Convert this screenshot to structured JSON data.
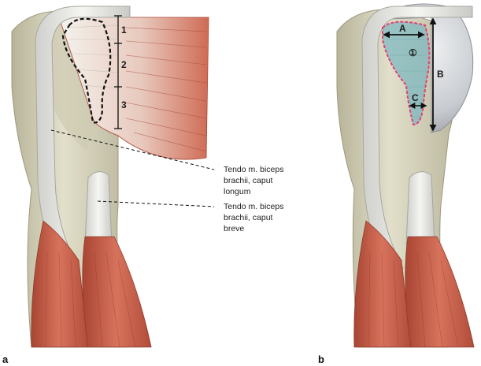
{
  "panels": {
    "a": {
      "letter": "a"
    },
    "b": {
      "letter": "b"
    }
  },
  "panel_a": {
    "segments": [
      "1",
      "2",
      "3"
    ],
    "labels": {
      "long_head": [
        "Tendo m. biceps",
        "brachii, caput",
        "longum"
      ],
      "short_head": [
        "Tendo m. biceps",
        "brachii, caput",
        "breve"
      ]
    }
  },
  "panel_b": {
    "measure_a": "A",
    "measure_b": "B",
    "measure_c": "C",
    "zone_marker": "①"
  },
  "colors": {
    "bone": "#d9d6c0",
    "bone_shadow": "#b7b39a",
    "muscle": "#c8644e",
    "muscle_dark": "#a84533",
    "tendon": "#ecece6",
    "cartilage": "#c9ccd0",
    "footprint_fill": "#7fb8c0",
    "footprint_outline": "#e0407a"
  }
}
